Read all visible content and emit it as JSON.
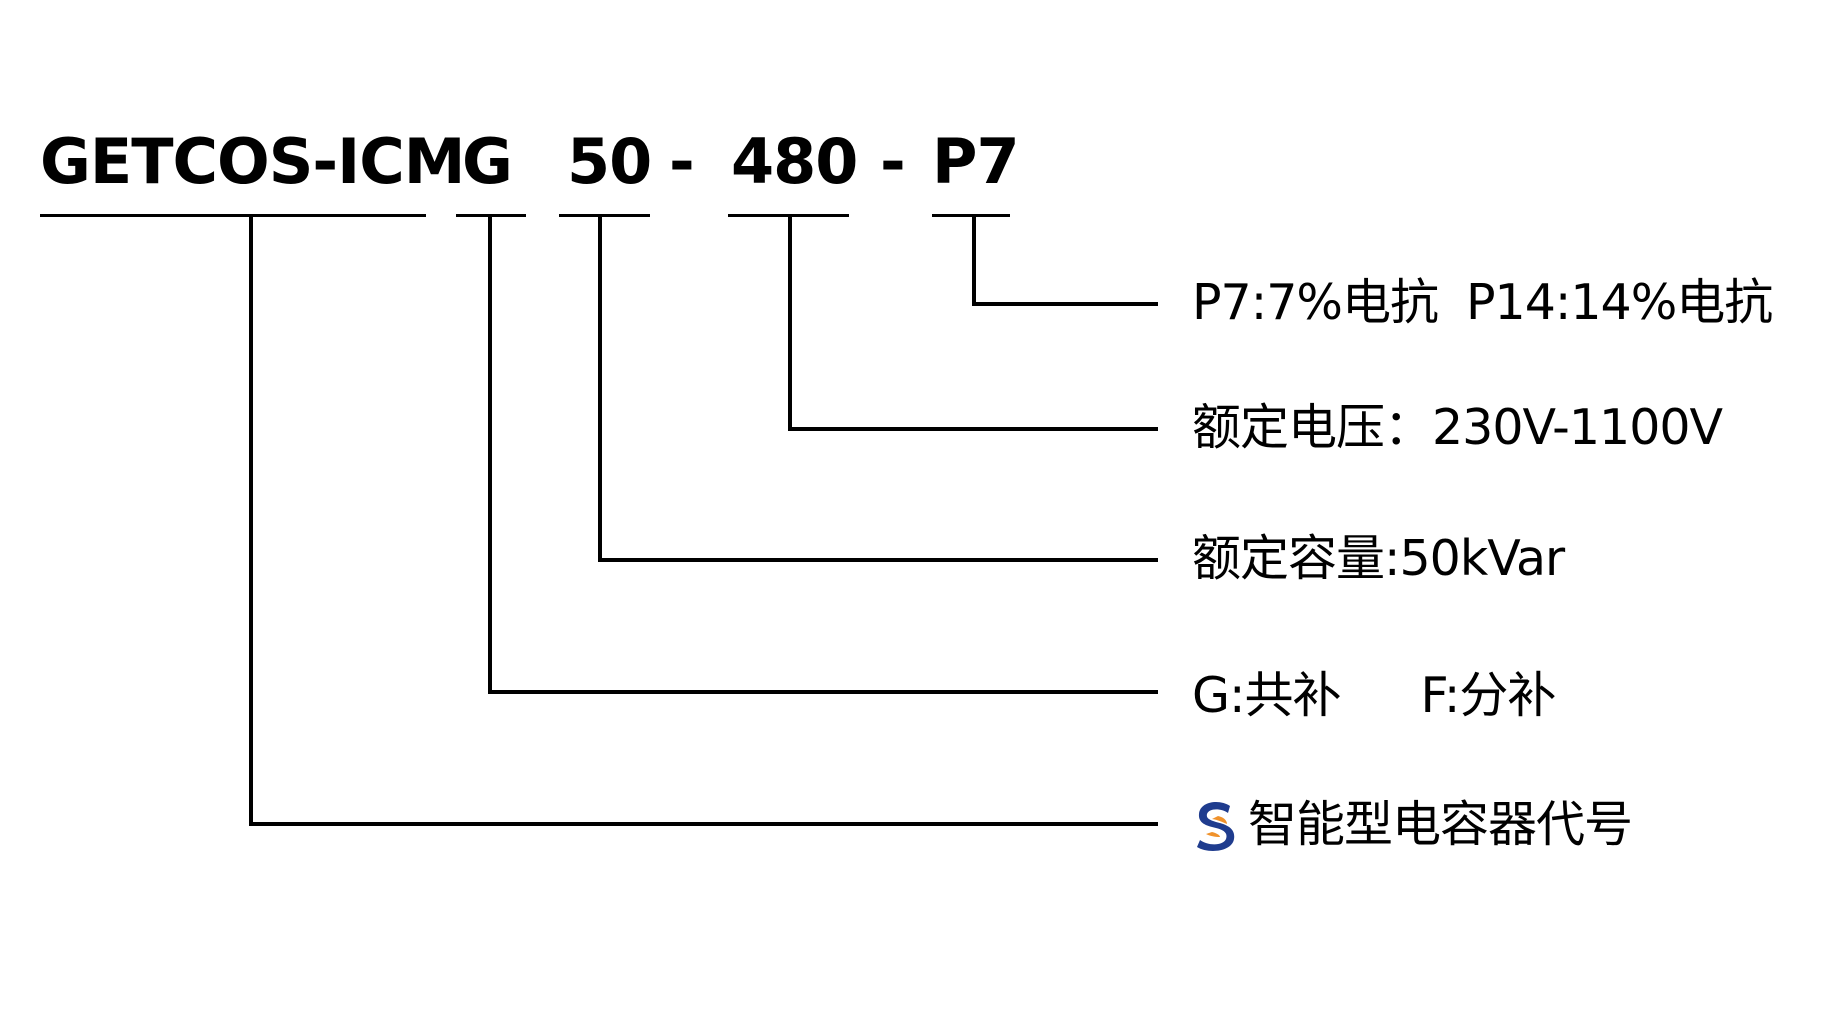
{
  "model_code": {
    "prefix": "GETCOS-ICM",
    "type_letter": "G",
    "capacity": "50",
    "dash_1": "-",
    "voltage": "480",
    "dash_2": "-",
    "reactor": "P7"
  },
  "descriptions": {
    "reactor": {
      "option_1": "P7:7%电抗",
      "option_2": "P14:14%电抗"
    },
    "voltage": "额定电压：230V-1100V",
    "capacity": "额定容量:50kVar",
    "compensation": {
      "option_1": "G:共补",
      "option_2": "F:分补"
    },
    "series": "智能型电容器代号"
  },
  "logo": {
    "icon": "s-logo-icon",
    "colors": {
      "navy": "#1f3c8e",
      "orange": "#f0922b"
    }
  }
}
